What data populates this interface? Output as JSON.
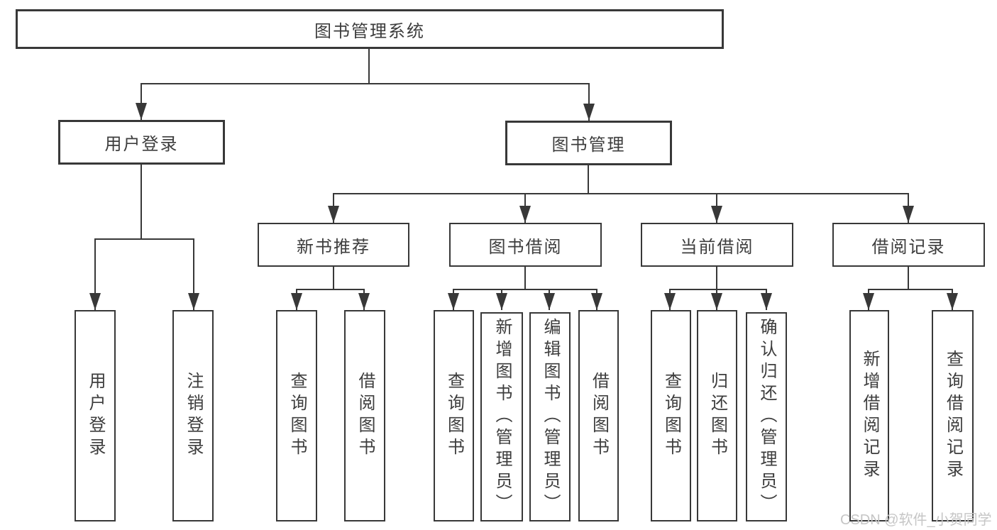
{
  "colors": {
    "line": "#383838",
    "text": "#3d3d3d",
    "watermark": "#c6c6c6",
    "background": "#ffffff"
  },
  "watermark": {
    "text": "CSDN @软件_小贺同学"
  },
  "tree": {
    "root": {
      "label": "图书管理系统"
    },
    "level2": [
      {
        "label": "用户登录",
        "children": [
          {
            "label": "用户登录"
          },
          {
            "label": "注销登录"
          }
        ]
      },
      {
        "label": "图书管理",
        "children": [
          {
            "label": "新书推荐",
            "children": [
              {
                "label": "查询图书"
              },
              {
                "label": "借阅图书"
              }
            ]
          },
          {
            "label": "图书借阅",
            "children": [
              {
                "label": "查询图书"
              },
              {
                "label": "新增图书（管理员）"
              },
              {
                "label": "编辑图书（管理员）"
              },
              {
                "label": "借阅图书"
              }
            ]
          },
          {
            "label": "当前借阅",
            "children": [
              {
                "label": "查询图书"
              },
              {
                "label": "归还图书"
              },
              {
                "label": "确认归还（管理员）"
              }
            ]
          },
          {
            "label": "借阅记录",
            "children": [
              {
                "label": "新增借阅记录"
              },
              {
                "label": "查询借阅记录"
              }
            ]
          }
        ]
      }
    ]
  }
}
